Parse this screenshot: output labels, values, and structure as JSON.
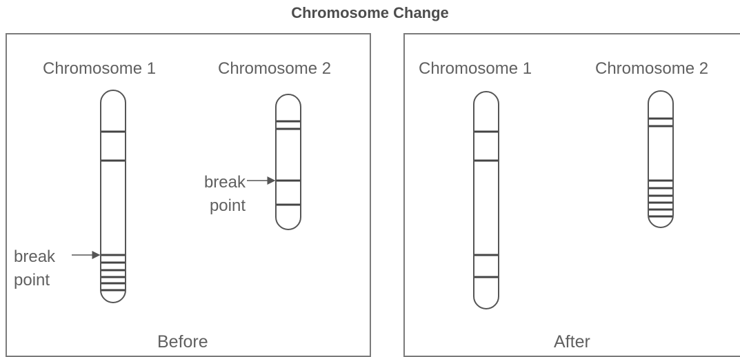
{
  "title": "Chromosome Change",
  "panels": [
    {
      "caption": "Before",
      "chromosome_1_label": "Chromosome 1",
      "chromosome_2_label": "Chromosome 2",
      "annotations": [
        {
          "line1": "break",
          "line2": "point",
          "target": "chromosome 2"
        },
        {
          "line1": "break",
          "line2": "point",
          "target": "chromosome 1"
        }
      ]
    },
    {
      "caption": "After",
      "chromosome_1_label": "Chromosome 1",
      "chromosome_2_label": "Chromosome 2"
    }
  ],
  "colors": {
    "outline": "#555555",
    "band": "#444444",
    "border": "#7a7a7a",
    "text": "#606060"
  }
}
